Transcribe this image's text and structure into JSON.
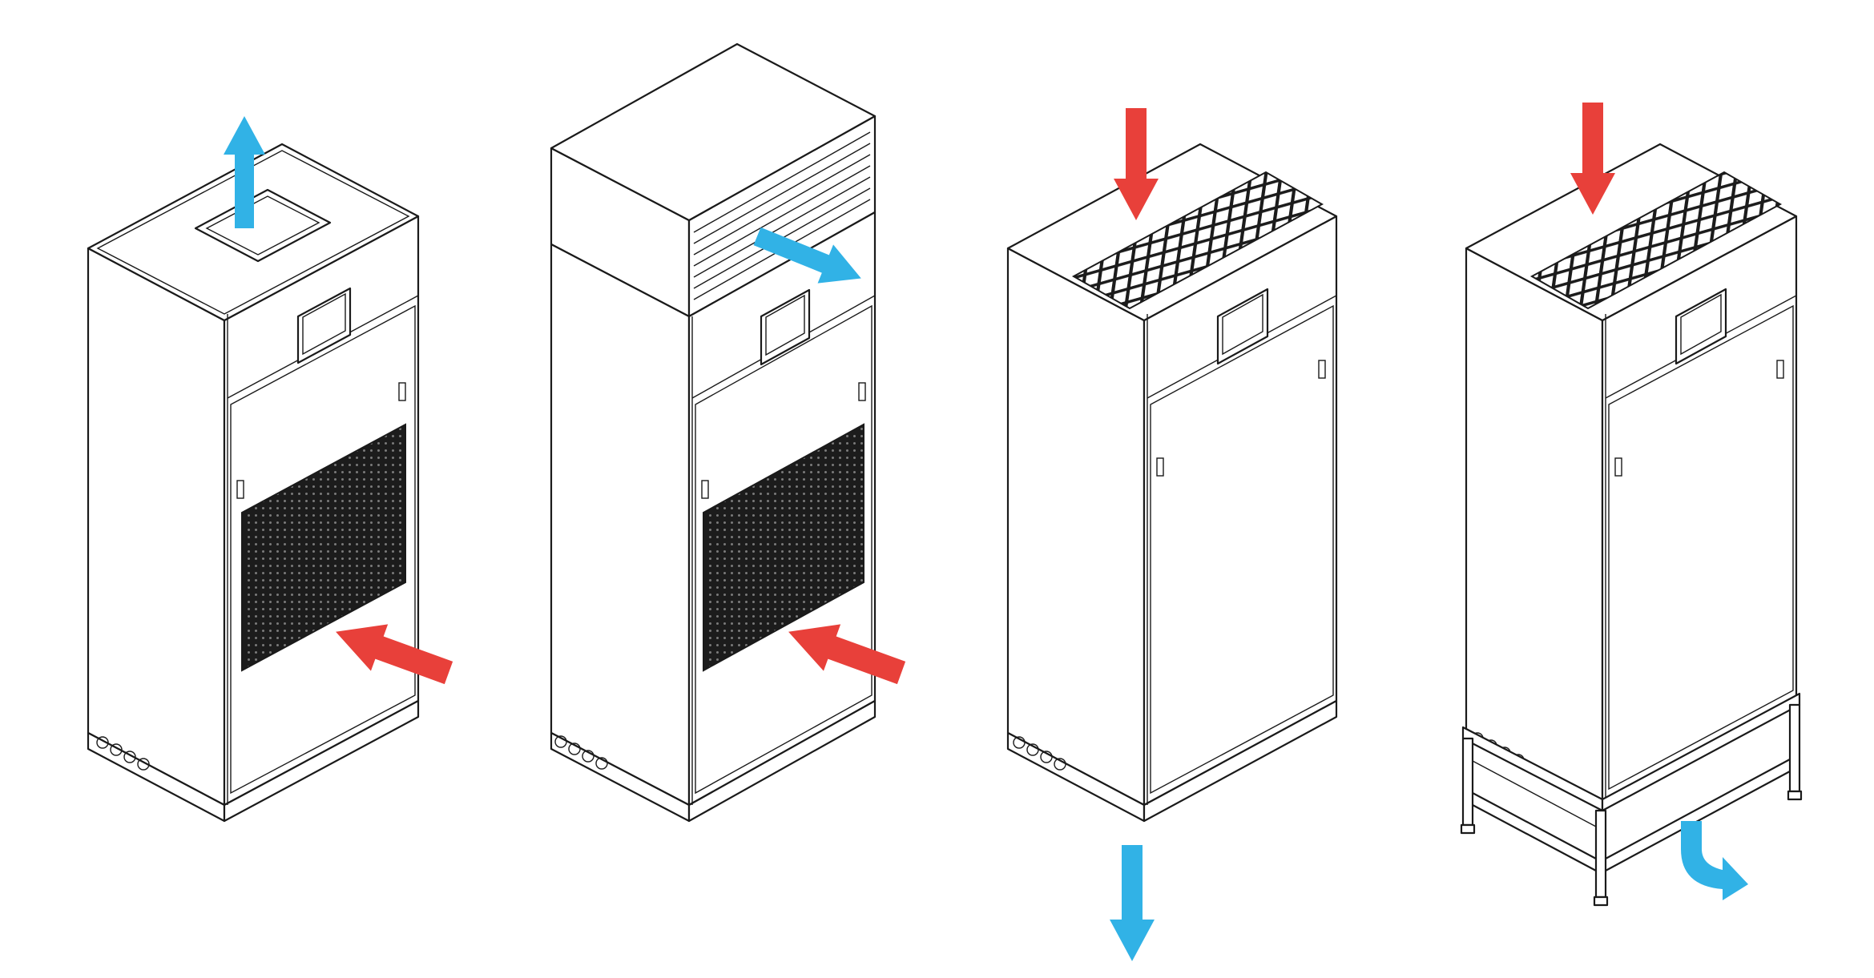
{
  "colors": {
    "intake_arrow": "#e8403a",
    "outflow_arrow": "#31b2e6",
    "outline": "#1a1a1a",
    "grille": "#1c1c1c",
    "panel": "#ffffff"
  },
  "units": [
    {
      "id": "unit-1",
      "intake": "front-grille-lower",
      "outflow": "top-duct-up"
    },
    {
      "id": "unit-2",
      "intake": "front-grille-lower",
      "outflow": "top-plenum-front-louvre"
    },
    {
      "id": "unit-3",
      "intake": "top-grille-down",
      "outflow": "bottom-down"
    },
    {
      "id": "unit-4",
      "intake": "top-grille-down",
      "outflow": "floor-stand-front"
    }
  ]
}
